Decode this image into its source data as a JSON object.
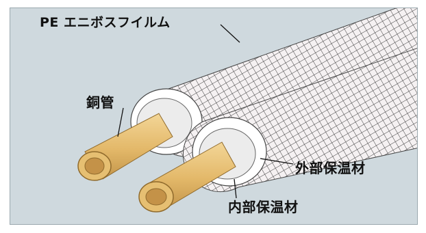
{
  "labels": {
    "pe_film": "PE エニボスフイルム",
    "copper_pipe": "銅管",
    "outer_insulation": "外部保温材",
    "inner_insulation": "内部保温材"
  },
  "colors": {
    "background": "#cfd9de",
    "insulation_surface": "#f5f1f2",
    "mesh_line": "#3a3a3a",
    "copper": "#e8c377",
    "copper_dark": "#b98b3c",
    "inner_layer": "#ffffff"
  }
}
